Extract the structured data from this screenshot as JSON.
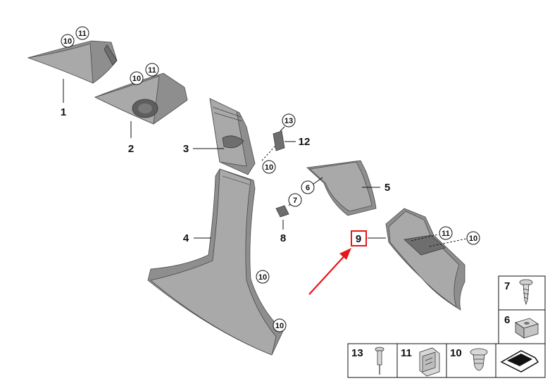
{
  "accent_color": "#e8151b",
  "parts": [
    {
      "id": "1",
      "label": "1",
      "callouts": [
        "10",
        "11"
      ]
    },
    {
      "id": "2",
      "label": "2",
      "callouts": [
        "10",
        "11"
      ]
    },
    {
      "id": "3",
      "label": "3",
      "callouts": [
        "10"
      ]
    },
    {
      "id": "4",
      "label": "4",
      "callouts": [
        "10",
        "10"
      ]
    },
    {
      "id": "5",
      "label": "5",
      "callouts": [
        "6"
      ]
    },
    {
      "id": "8",
      "label": "8",
      "callouts": [
        "7"
      ]
    },
    {
      "id": "9",
      "label": "9",
      "callouts": [
        "11",
        "10"
      ],
      "highlighted": true
    },
    {
      "id": "12",
      "label": "12",
      "callouts": [
        "13"
      ]
    }
  ],
  "legend": {
    "right_column": [
      {
        "label": "7",
        "icon": "screw-icon"
      },
      {
        "label": "6",
        "icon": "square-nut-icon"
      }
    ],
    "bottom_row": [
      {
        "label": "13",
        "icon": "rivet-icon"
      },
      {
        "label": "11",
        "icon": "clip-icon"
      },
      {
        "label": "10",
        "icon": "push-clip-icon"
      }
    ],
    "last_cell_icon": "set-arrow-icon"
  }
}
